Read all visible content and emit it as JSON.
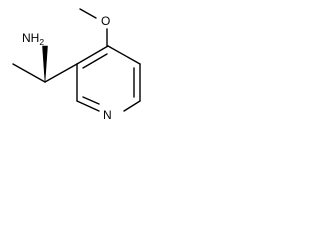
{
  "structure": {
    "atoms": {
      "amine_label": "NH",
      "amine_subscript": "2",
      "oxygen_label": "O",
      "nitrogen_label": "N"
    },
    "colors": {
      "ink": "#000000",
      "background": "#ffffff"
    }
  }
}
